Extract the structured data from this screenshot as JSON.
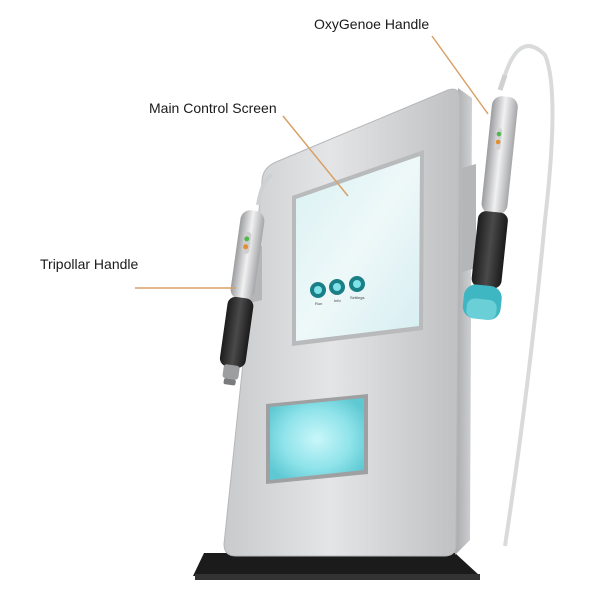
{
  "callouts": {
    "oxygenoe_handle": "OxyGenoe Handle",
    "main_control_screen": "Main Control Screen",
    "tripollar_handle": "Tripollar Handle"
  },
  "screen": {
    "buttons": [
      "Run",
      "Info",
      "Settings"
    ]
  },
  "colors": {
    "leader_line": "#d9a066",
    "screen_glow": "#8fe3ea",
    "body_silver": "#d6d7d9",
    "base_black": "#1b1b1b"
  }
}
